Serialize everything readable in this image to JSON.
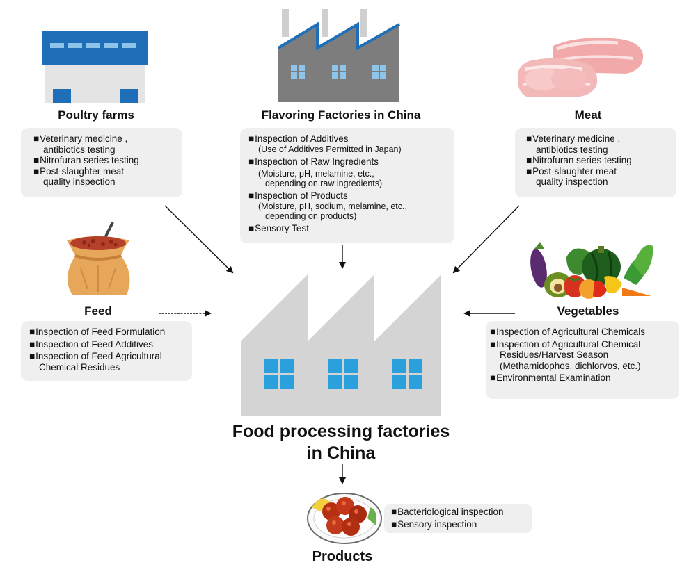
{
  "poultry": {
    "title": "Poultry farms",
    "items": [
      {
        "label": "Veterinary medicine ,",
        "sub": "antibiotics testing"
      },
      {
        "label": "Nitrofuran series testing",
        "sub": ""
      },
      {
        "label": "Post-slaughter meat",
        "sub": "quality inspection"
      }
    ]
  },
  "flavoring": {
    "title": "Flavoring Factories in China",
    "items": [
      {
        "label": "Inspection of Additives",
        "sub": "(Use of Additives Permitted in Japan)"
      },
      {
        "label": "Inspection of Raw Ingredients",
        "sub": "(Moisture, pH, melamine, etc.,",
        "sub2": "depending on raw ingredients)"
      },
      {
        "label": "Inspection of Products",
        "sub": "(Moisture, pH, sodium, melamine, etc.,",
        "sub2": "depending on products)"
      },
      {
        "label": "Sensory Test"
      }
    ]
  },
  "meat": {
    "title": "Meat",
    "items": [
      {
        "label": "Veterinary medicine ,",
        "sub": "antibiotics testing"
      },
      {
        "label": "Nitrofuran series testing",
        "sub": ""
      },
      {
        "label": "Post-slaughter meat",
        "sub": "quality inspection"
      }
    ]
  },
  "feed": {
    "title": "Feed",
    "items": [
      {
        "label": "Inspection of Feed Formulation"
      },
      {
        "label": "Inspection of Feed Additives"
      },
      {
        "label": "Inspection of Feed Agricultural",
        "sub": "Chemical Residues"
      }
    ]
  },
  "vegetables": {
    "title": "Vegetables",
    "items": [
      {
        "label": "Inspection of Agricultural Chemicals"
      },
      {
        "label": "Inspection of Agricultural Chemical",
        "sub": "Residues/Harvest Season",
        "sub2": "(Methamidophos, dichlorvos, etc.)"
      },
      {
        "label": "Environmental Examination"
      }
    ]
  },
  "factory": {
    "title_line1": "Food processing factories",
    "title_line2": "in China"
  },
  "products": {
    "title": "Products",
    "items": [
      {
        "label": "Bacteriological inspection"
      },
      {
        "label": "Sensory inspection"
      }
    ]
  },
  "colors": {
    "factory_gray": "#d4d4d4",
    "window_blue": "#2aa0dc",
    "farm_blue": "#1f6fb8",
    "box_bg": "#efefef"
  }
}
